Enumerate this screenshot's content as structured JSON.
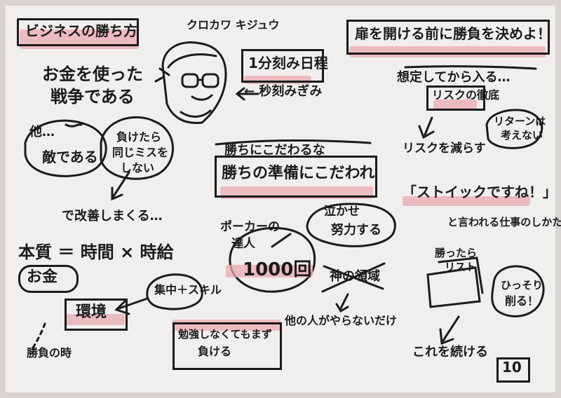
{
  "title_left": "ビジネスの勝ち方",
  "author": "クロカワ キジュウ",
  "title_right": "扉を開ける前に勝負を決めよ！",
  "money_war": [
    "お金を使った",
    "戦争である"
  ],
  "one_minute_box": "1分刻み日程",
  "second_note": "← 秒刻みぎみ",
  "enemy_lines": [
    "敵である"
  ],
  "other_label": "他…",
  "lose_same": [
    "負けたら",
    "同じミスを",
    "しない"
  ],
  "improve": "で改善しまくる…",
  "win_stick_top": "勝ちにこだわるな",
  "win_stick_box": "勝ちの準備にこだわれ",
  "poker": [
    "ポーカーの",
    "達人"
  ],
  "hand_count": "1000回",
  "work": [
    "泣かせ",
    "努力する"
  ],
  "god_luck": "神の領域",
  "others_only": "他の人がやらないだけ",
  "essence": "本質 ＝ 時間 × 時給",
  "money_box": "お金",
  "focus_skill": "集中＋スキル",
  "environment": "環境",
  "win_time": "勝負の時",
  "lose_study": [
    "勉強しなくてもまず",
    "負ける"
  ],
  "before_enter": "想定してから入る…",
  "risk_box": "リスクの徹底",
  "risk_reduce": "リスクを減らす",
  "return_note": [
    "リターンは",
    "考えない"
  ],
  "stoic": "「ストイックですね！」",
  "said_by": "と言われる仕事のしかた",
  "won_list": [
    "勝ったら",
    "リスト"
  ],
  "quietly": [
    "ひっそり",
    "削る！"
  ],
  "continue_note": "これを続ける",
  "page_number": "10"
}
